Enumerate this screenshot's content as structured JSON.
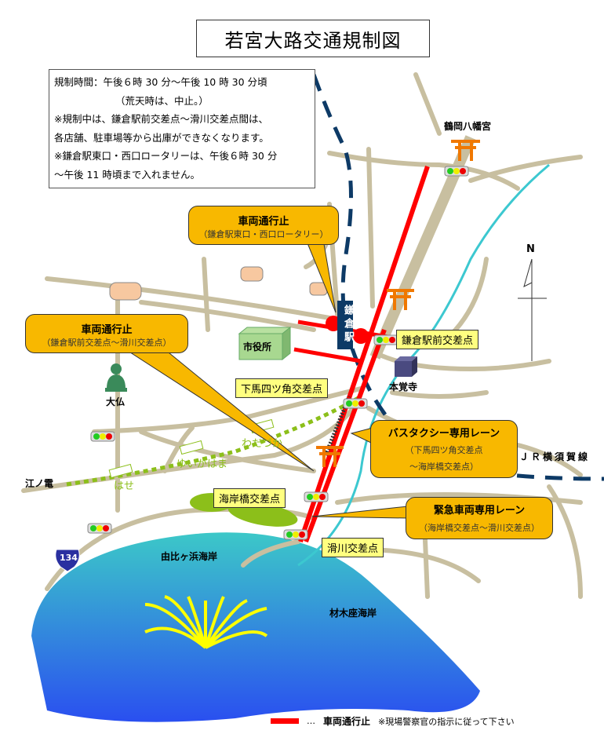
{
  "title": "若宮大路交通規制図",
  "info": {
    "lines": [
      "規制時間：午後６時 30 分～午後 10 時 30 分頃",
      "（荒天時は、中止。）",
      "※規制中は、鎌倉駅前交差点～滑川交差点間は、",
      "各店舗、駐車場等から出庫ができなくなります。",
      "※鎌倉駅東口・西口ロータリーは、午後６時 30 分",
      "～午後 11 時頃まで入れません。"
    ]
  },
  "callouts": {
    "rotary": {
      "heading": "車両通行止",
      "sub": "（鎌倉駅東口・西口ロータリー）"
    },
    "main": {
      "heading": "車両通行止",
      "sub": "（鎌倉駅前交差点～滑川交差点）"
    },
    "bus": {
      "heading": "バスタクシー専用レーン",
      "sub1": "（下馬四ツ角交差点",
      "sub2": "～海岸橋交差点）"
    },
    "emergency": {
      "heading": "緊急車両専用レーン",
      "sub": "（海岸橋交差点～滑川交差点）"
    }
  },
  "intersections": {
    "station_front": "鎌倉駅前交差点",
    "geba": "下馬四ツ角交差点",
    "kaiganbashi": "海岸橋交差点",
    "namerikawa": "滑川交差点"
  },
  "places": {
    "shrine": "鶴岡八幡宮",
    "station": "鎌倉駅",
    "city_hall": "市役所",
    "temple": "本覚寺",
    "daibutsu": "大仏",
    "enoden": "江ノ電",
    "hase": "はせ",
    "yuigahama": "ゆいがはま",
    "wadazuka": "わだづか",
    "jr_line": "ＪＲ横須賀線",
    "yuigahama_beach": "由比ヶ浜海岸",
    "zaimokuza_beach": "材木座海岸",
    "route": "134",
    "north": "N"
  },
  "legend": {
    "dots": "…",
    "label": "車両通行止",
    "note": "※現場警察官の指示に従って下さい"
  },
  "colors": {
    "closure": "#ff0000",
    "callout": "#f8b800",
    "label": "#ffff80",
    "road": "#c8bfa0",
    "jr": "#0d3a66",
    "river": "#3cc8d0",
    "enoden": "#8cbf1a"
  }
}
